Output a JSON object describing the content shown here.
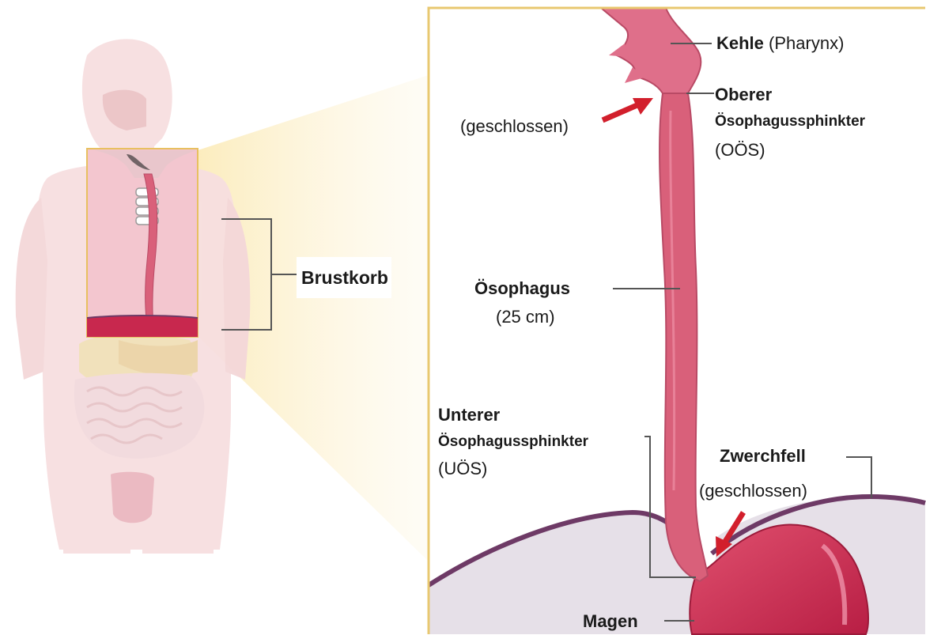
{
  "labels": {
    "kehle": "Kehle",
    "pharynx": "(Pharynx)",
    "oberer": "Oberer",
    "oberer_sphinkter": "Ösophagussphinkter",
    "oos": "(OÖS)",
    "geschlossen_oben": "(geschlossen)",
    "brustkorb": "Brustkorb",
    "oesophagus": "Ösophagus",
    "laenge": "(25 cm)",
    "unterer": "Unterer",
    "unterer_sphinkter": "Ösophagussphinkter",
    "uos": "(UÖS)",
    "zwerchfell": "Zwerchfell",
    "geschlossen_unten": "(geschlossen)",
    "magen": "Magen"
  },
  "colors": {
    "esophagus": "#d9607a",
    "stomach": "#c8284e",
    "body": "#f6d9da",
    "diaphragm": "#6e3a66",
    "frame": "#e8c870",
    "arrow": "#d21f2c",
    "cavity": "#ffffff"
  }
}
